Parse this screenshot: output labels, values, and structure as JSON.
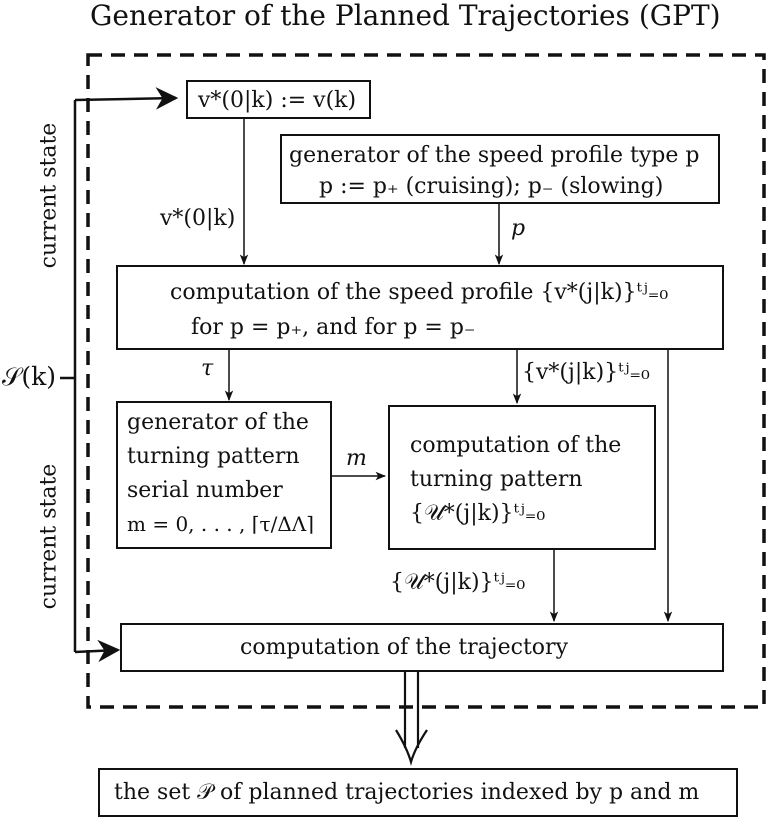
{
  "title": "Generator of the Planned Trajectories (GPT)",
  "state_input": "𝒮(k)",
  "side_labels": {
    "upper": "current state",
    "lower": "current state"
  },
  "boxes": {
    "init": "v*(0|k) := v(k)",
    "speed_type": {
      "line1": "generator of the speed profile type p",
      "line2": "p := p₊ (cruising); p₋ (slowing)"
    },
    "speed_profile": {
      "line1": "computation of the speed profile {v*(j|k)}ᵗʲ₌₀",
      "line2": "for p = p₊, and for p = p₋"
    },
    "serial_number": {
      "line1": "generator of the",
      "line2": "turning pattern",
      "line3": "serial number",
      "line4": "m = 0, . . . , ⌈τ/ΔΛ⌉"
    },
    "turning_pattern": {
      "line1": "computation of the",
      "line2": "turning pattern",
      "line3": "{𝒰*(j|k)}ᵗʲ₌₀"
    },
    "trajectory": "computation of the trajectory",
    "output": "the set 𝒫 of planned trajectories indexed by p and m"
  },
  "edge_labels": {
    "v0": "v*(0|k)",
    "p": "p",
    "tau": "τ",
    "v_profile": "{v*(j|k)}ᵗʲ₌₀",
    "m": "m",
    "u_pattern": "{𝒰*(j|k)}ᵗʲ₌₀"
  }
}
